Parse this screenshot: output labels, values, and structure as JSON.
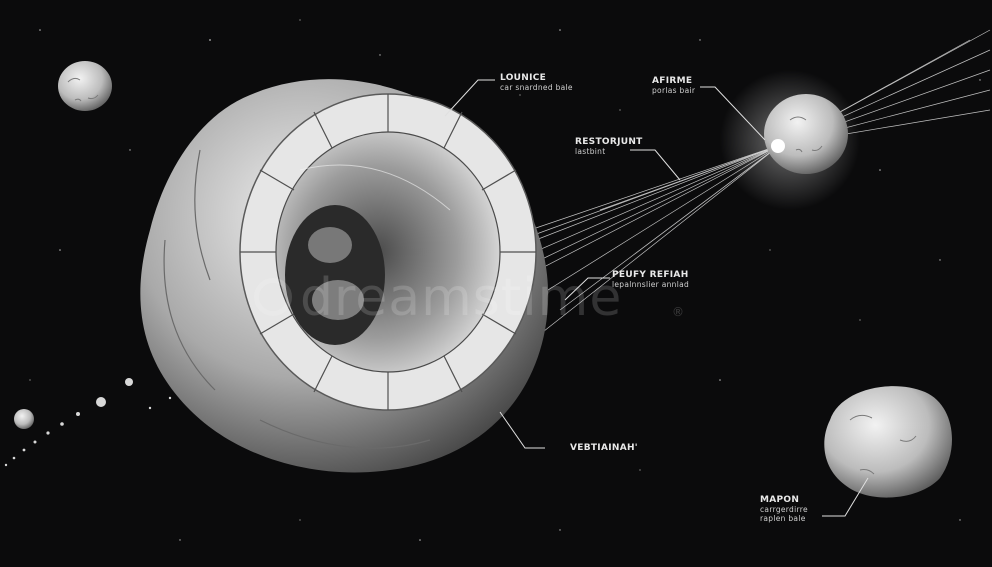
{
  "labels": [
    {
      "id": "lounice",
      "title": "LOUNICE",
      "sub": "car snardned bale"
    },
    {
      "id": "afirme",
      "title": "AFIRME",
      "sub": "porlas bair"
    },
    {
      "id": "restorjunt",
      "title": "RESTORJUNT",
      "sub": "lastbint"
    },
    {
      "id": "peufy-refiah",
      "title": "PEUFY REFIAH",
      "sub": "lepalnnslier annlad"
    },
    {
      "id": "vebtainah",
      "title": "VEBTIAINAH'",
      "sub": ""
    },
    {
      "id": "mapon",
      "title": "MAPON",
      "sub": "carrgerdirre\nraplen bale"
    }
  ],
  "watermark": {
    "text": "dreamstime",
    "mark": "®"
  },
  "colors": {
    "background": "#0b0b0c",
    "rock": "#d9d9d9",
    "beam": "#ffffff"
  }
}
